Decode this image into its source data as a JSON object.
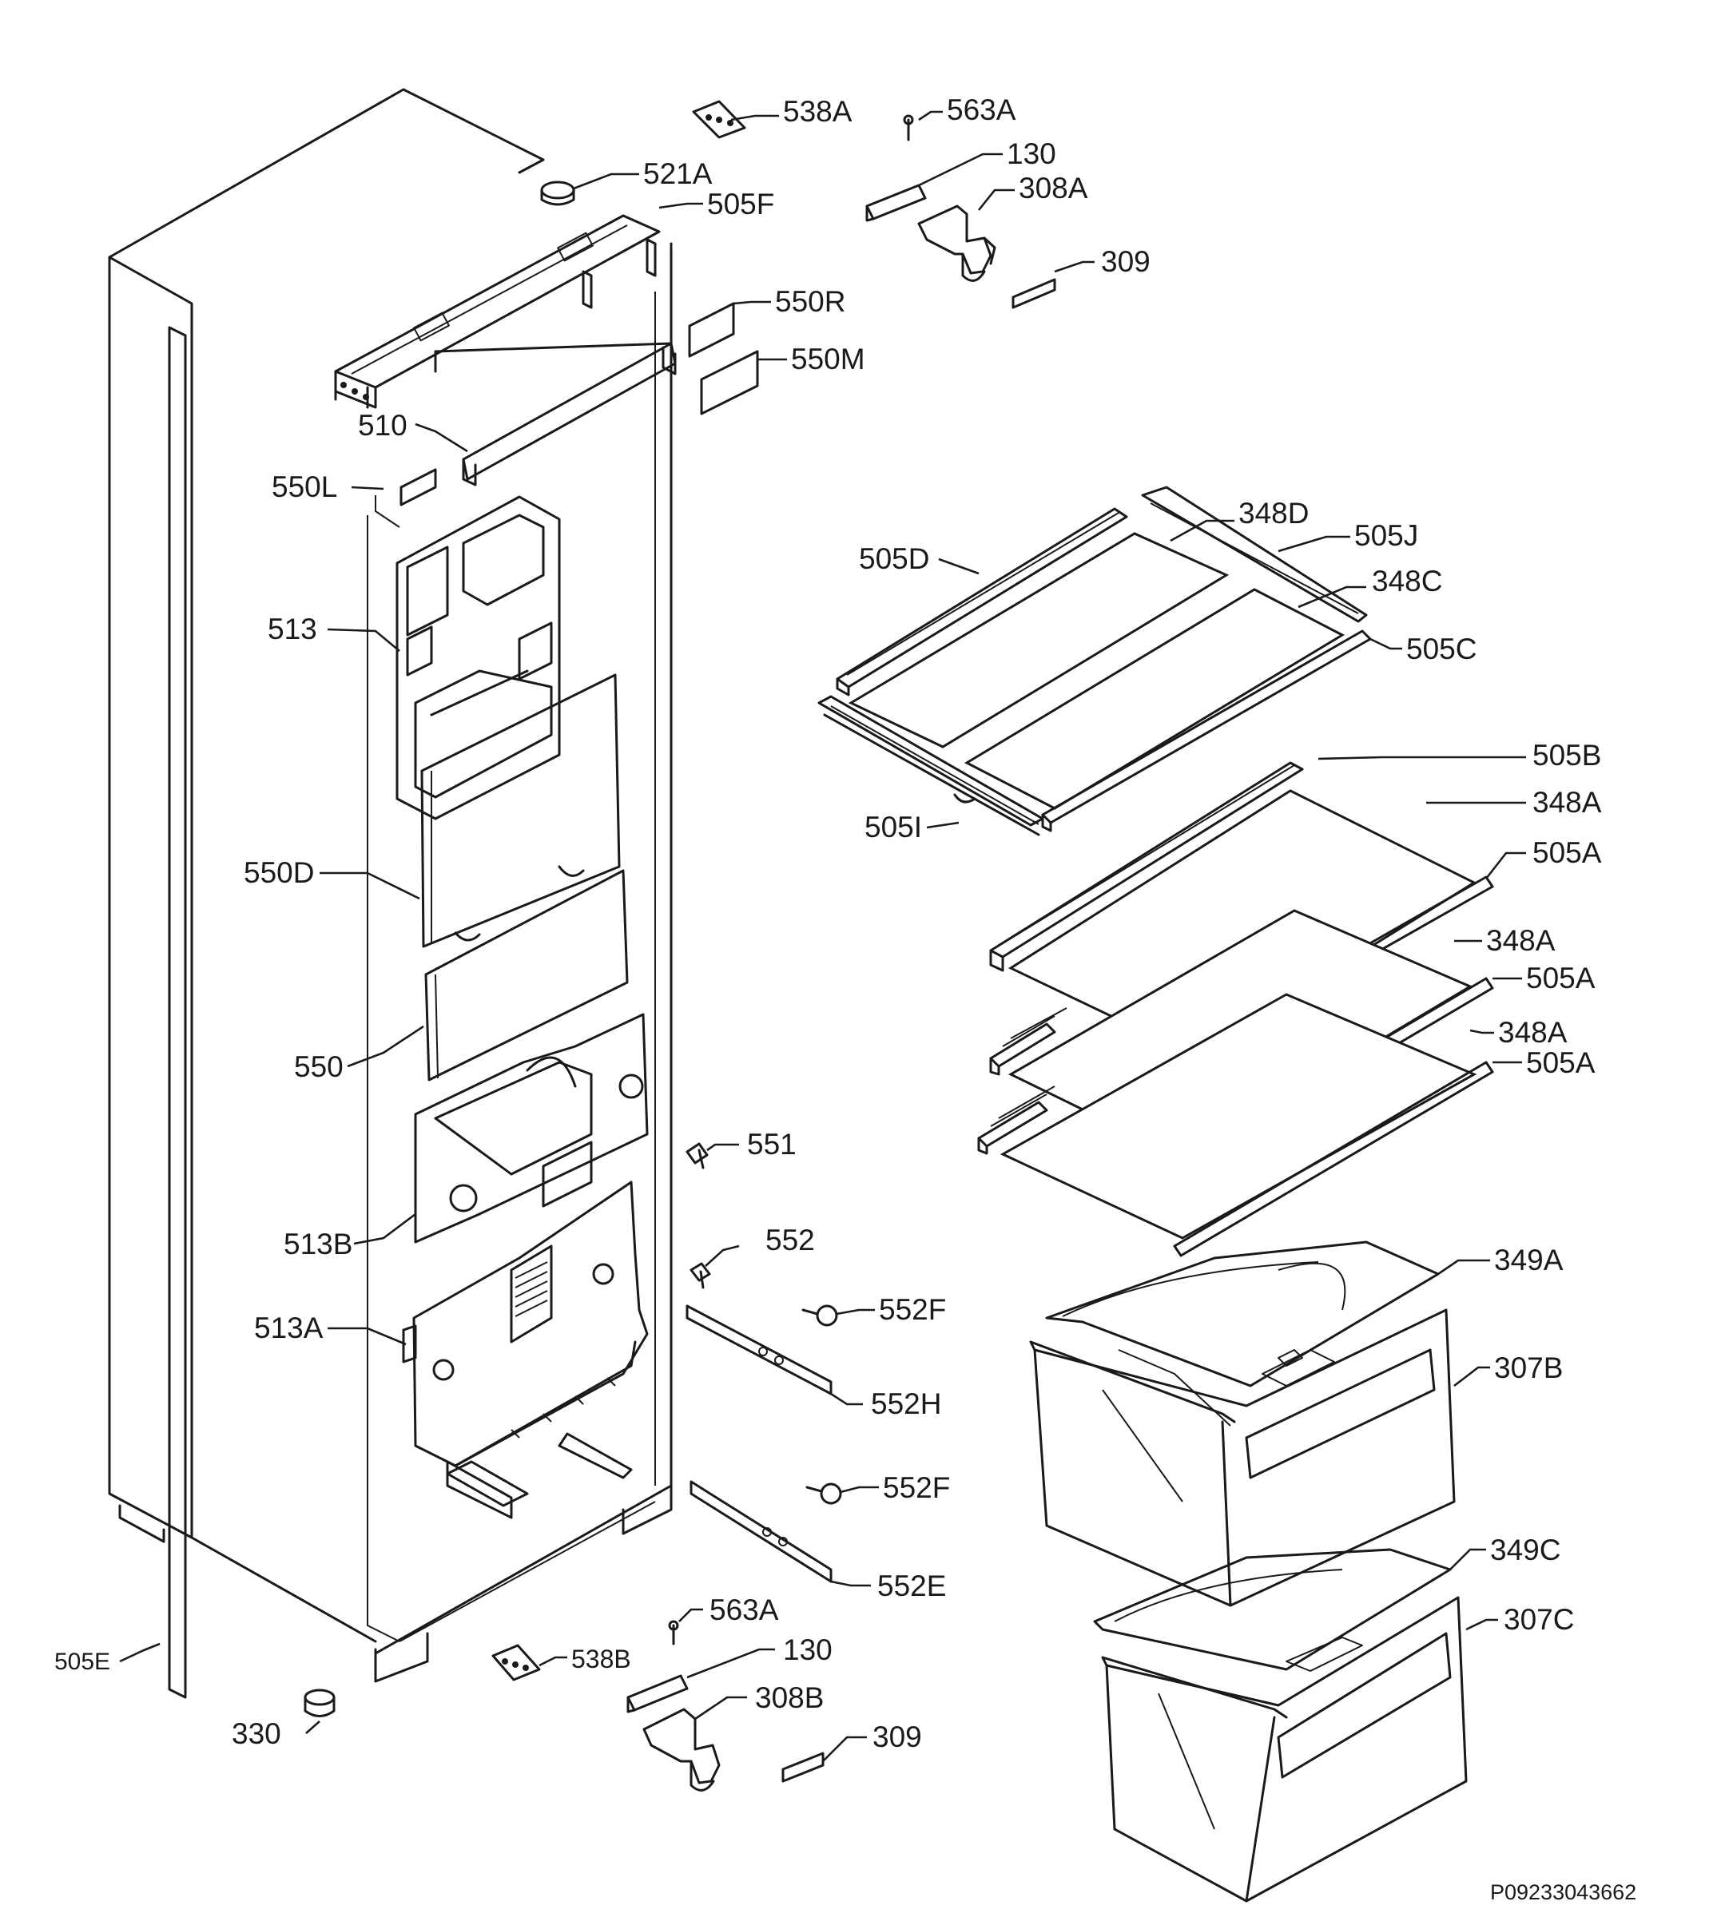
{
  "document_code": "P09233043662",
  "callouts": [
    {
      "id": "538A",
      "label": "538A"
    },
    {
      "id": "563A-top",
      "label": "563A"
    },
    {
      "id": "130-top",
      "label": "130"
    },
    {
      "id": "521A",
      "label": "521A"
    },
    {
      "id": "308A",
      "label": "308A"
    },
    {
      "id": "505F",
      "label": "505F"
    },
    {
      "id": "309-top",
      "label": "309"
    },
    {
      "id": "550R",
      "label": "550R"
    },
    {
      "id": "550M",
      "label": "550M"
    },
    {
      "id": "510",
      "label": "510"
    },
    {
      "id": "550L",
      "label": "550L"
    },
    {
      "id": "348D",
      "label": "348D"
    },
    {
      "id": "505J",
      "label": "505J"
    },
    {
      "id": "505D",
      "label": "505D"
    },
    {
      "id": "348C",
      "label": "348C"
    },
    {
      "id": "513",
      "label": "513"
    },
    {
      "id": "505C",
      "label": "505C"
    },
    {
      "id": "505B",
      "label": "505B"
    },
    {
      "id": "348A-1",
      "label": "348A"
    },
    {
      "id": "505I",
      "label": "505I"
    },
    {
      "id": "505A-1",
      "label": "505A"
    },
    {
      "id": "550D",
      "label": "550D"
    },
    {
      "id": "348A-2",
      "label": "348A"
    },
    {
      "id": "505A-2",
      "label": "505A"
    },
    {
      "id": "348A-3",
      "label": "348A"
    },
    {
      "id": "505A-3",
      "label": "505A"
    },
    {
      "id": "550",
      "label": "550"
    },
    {
      "id": "551",
      "label": "551"
    },
    {
      "id": "513B",
      "label": "513B"
    },
    {
      "id": "552",
      "label": "552"
    },
    {
      "id": "349A",
      "label": "349A"
    },
    {
      "id": "552F-1",
      "label": "552F"
    },
    {
      "id": "513A",
      "label": "513A"
    },
    {
      "id": "307B",
      "label": "307B"
    },
    {
      "id": "552H",
      "label": "552H"
    },
    {
      "id": "552F-2",
      "label": "552F"
    },
    {
      "id": "349C",
      "label": "349C"
    },
    {
      "id": "552E",
      "label": "552E"
    },
    {
      "id": "563A-bottom",
      "label": "563A"
    },
    {
      "id": "307C",
      "label": "307C"
    },
    {
      "id": "130-bottom",
      "label": "130"
    },
    {
      "id": "505E",
      "label": "505E"
    },
    {
      "id": "538B",
      "label": "538B"
    },
    {
      "id": "308B",
      "label": "308B"
    },
    {
      "id": "309-bottom",
      "label": "309"
    },
    {
      "id": "330",
      "label": "330"
    }
  ]
}
